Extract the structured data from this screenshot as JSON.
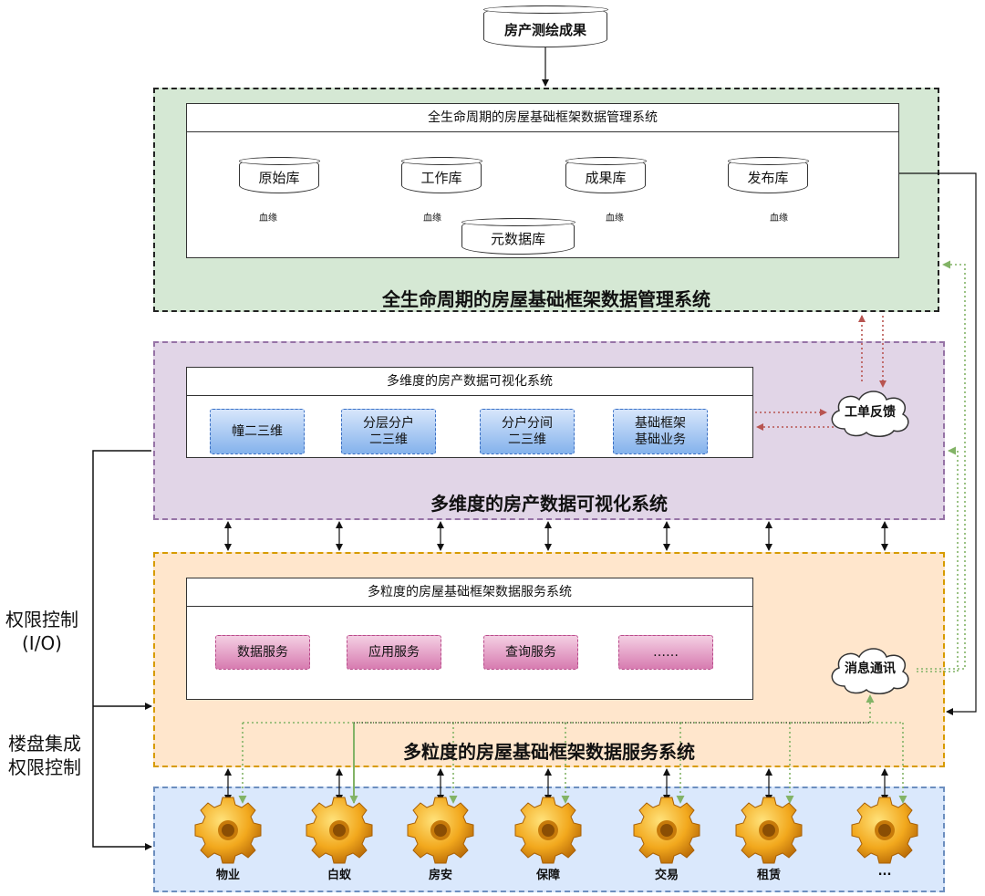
{
  "source_node": "房产测绘成果",
  "layer1": {
    "panel_title": "全生命周期的房屋基础框架数据管理系统",
    "title": "全生命周期的房屋基础框架数据管理系统",
    "databases": [
      "原始库",
      "工作库",
      "成果库",
      "发布库"
    ],
    "meta_db": "元数据库",
    "lineage_label": "血缘",
    "colors": {
      "fill": "#d5e8d4",
      "border": "#333333"
    }
  },
  "layer2": {
    "panel_title": "多维度的房产数据可视化系统",
    "title": "多维度的房产数据可视化系统",
    "cards": [
      "幢二三维",
      "分层分户\n二三维",
      "分户分间\n二三维",
      "基础框架\n基础业务"
    ],
    "colors": {
      "fill": "#e1d5e7",
      "border": "#9673a6"
    }
  },
  "feedback_cloud": "工单反馈",
  "layer3": {
    "panel_title": "多粒度的房屋基础框架数据服务系统",
    "title": "多粒度的房屋基础框架数据服务系统",
    "cards": [
      "数据服务",
      "应用服务",
      "查询服务",
      "……"
    ],
    "colors": {
      "fill": "#ffe6cc",
      "border": "#d79b00"
    }
  },
  "message_cloud": "消息通讯",
  "layer4": {
    "apps": [
      "物业",
      "白蚁",
      "房安",
      "保障",
      "交易",
      "租赁",
      "..."
    ],
    "colors": {
      "fill": "#dae8fc",
      "border": "#6c8ebf"
    }
  },
  "side": {
    "permission_label": "权限控制\n(I/O)",
    "estate_label": "楼盘集成\n权限控制"
  },
  "colors": {
    "feedback_arrow": "#b85450",
    "message_arrow": "#82b366"
  }
}
